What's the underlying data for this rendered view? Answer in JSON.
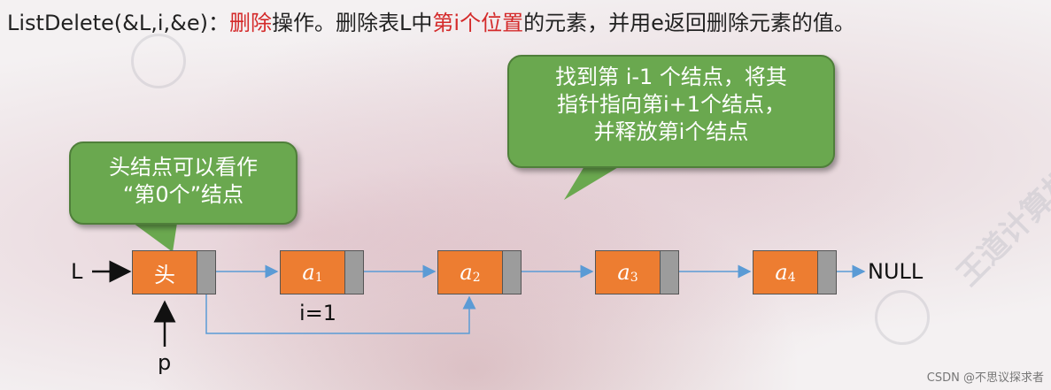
{
  "title": {
    "prefix": "ListDelete(&L,i,&e)：",
    "highlight1": "删除",
    "middle": "操作。删除表L中",
    "highlight2": "第i个位置",
    "suffix": "的元素，并用e返回删除元素的值。"
  },
  "callouts": {
    "right": [
      "找到第 i-1 个结点，将其",
      "指针指向第i+1个结点，",
      "并释放第i个结点"
    ],
    "left": [
      "头结点可以看作",
      "“第0个”结点"
    ]
  },
  "nodes": [
    {
      "label": "头",
      "sub": ""
    },
    {
      "label": "a",
      "sub": "1"
    },
    {
      "label": "a",
      "sub": "2"
    },
    {
      "label": "a",
      "sub": "3"
    },
    {
      "label": "a",
      "sub": "4"
    }
  ],
  "labels": {
    "list_head": "L",
    "null": "NULL",
    "pointer": "p",
    "index": "i=1"
  },
  "watermark": {
    "csdn": "CSDN @不思议探求者",
    "brand": "王道计算机"
  },
  "colors": {
    "node_fill": "#ed7d31",
    "pointer_fill": "#9c9c9c",
    "callout_fill": "#6aa84f",
    "arrow_blue": "#5b9bd5",
    "highlight_red": "#d42a2a"
  }
}
